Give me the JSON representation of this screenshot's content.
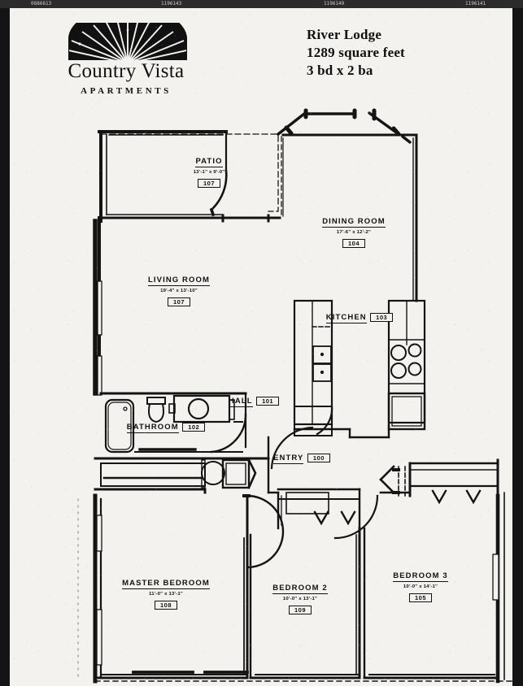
{
  "window": {
    "top_strip_chips": [
      "0886613",
      "1196143",
      "1196149",
      "1196141"
    ]
  },
  "header": {
    "logo": {
      "icon": "sunburst-fan-icon",
      "brand_name": "Country Vista",
      "brand_subtitle": "APARTMENTS"
    },
    "title": {
      "plan_name": "River Lodge",
      "area": "1289 square feet",
      "beds_baths": "3 bd x 2 ba"
    }
  },
  "floor_plan": {
    "rooms": [
      {
        "key": "patio",
        "name": "PATIO",
        "dimensions": "13'-1\" x 9'-0\"",
        "number": "107"
      },
      {
        "key": "dining",
        "name": "DINING ROOM",
        "dimensions": "17'-6\" x 12'-2\"",
        "number": "104"
      },
      {
        "key": "living",
        "name": "LIVING ROOM",
        "dimensions": "19'-4\" x 13'-10\"",
        "number": "107"
      },
      {
        "key": "kitchen",
        "name": "KITCHEN",
        "dimensions": "",
        "number": "103"
      },
      {
        "key": "hall",
        "name": "HALL",
        "dimensions": "",
        "number": "101"
      },
      {
        "key": "bath",
        "name": "BATHROOM",
        "dimensions": "",
        "number": "102"
      },
      {
        "key": "entry",
        "name": "ENTRY",
        "dimensions": "",
        "number": "100"
      },
      {
        "key": "master",
        "name": "MASTER BEDROOM",
        "dimensions": "11'-0\" x 13'-1\"",
        "number": "108"
      },
      {
        "key": "bed2",
        "name": "BEDROOM 2",
        "dimensions": "10'-0\" x 13'-1\"",
        "number": "109"
      },
      {
        "key": "bed3",
        "name": "BEDROOM 3",
        "dimensions": "10'-0\" x 14'-1\"",
        "number": "105"
      }
    ],
    "fixtures": [
      "bathtub",
      "toilet",
      "vanity-sink",
      "kitchen-sink",
      "range-cooktop",
      "refrigerator",
      "closet-rod",
      "swing-door",
      "patio-railing"
    ],
    "colors": {
      "ink": "#111111",
      "paper": "#f3f2ee",
      "frame": "#141414"
    }
  }
}
